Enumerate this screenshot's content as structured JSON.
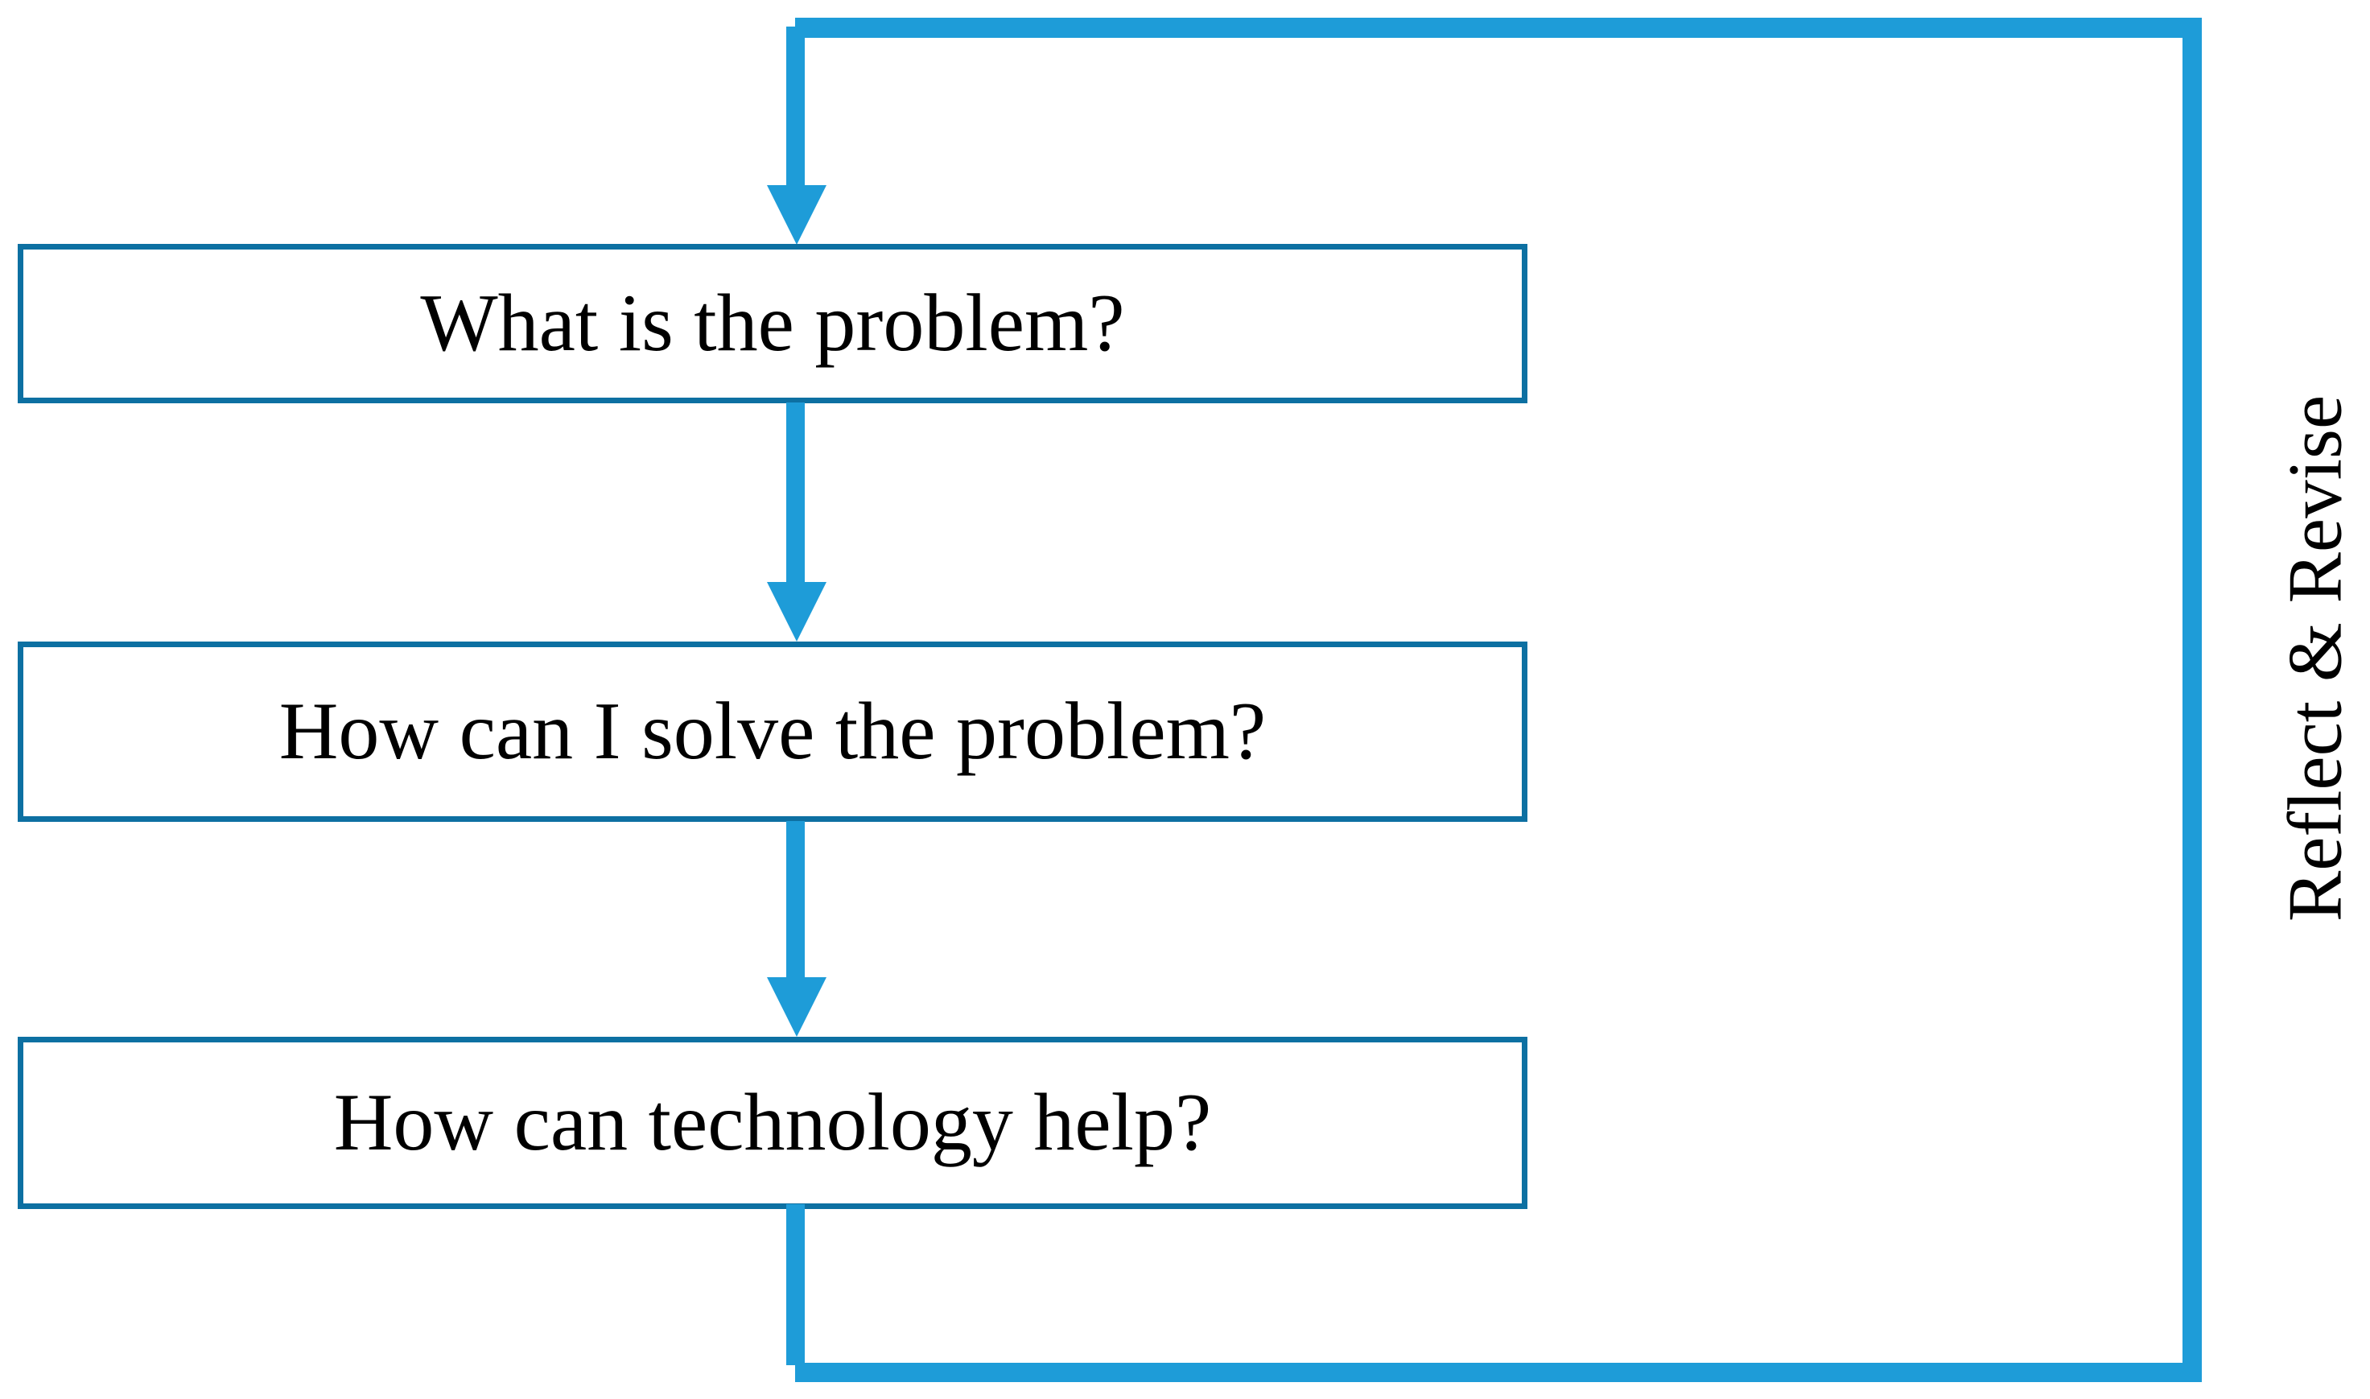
{
  "boxes": [
    {
      "label": "What is the problem?"
    },
    {
      "label": "How can I solve the problem?"
    },
    {
      "label": "How can technology help?"
    }
  ],
  "loop": {
    "label": "Reflect & Revise"
  },
  "colors": {
    "flow_blue": "#1E9CD8",
    "box_border": "#0D70A2",
    "text": "#000000",
    "background": "#FFFFFF"
  }
}
